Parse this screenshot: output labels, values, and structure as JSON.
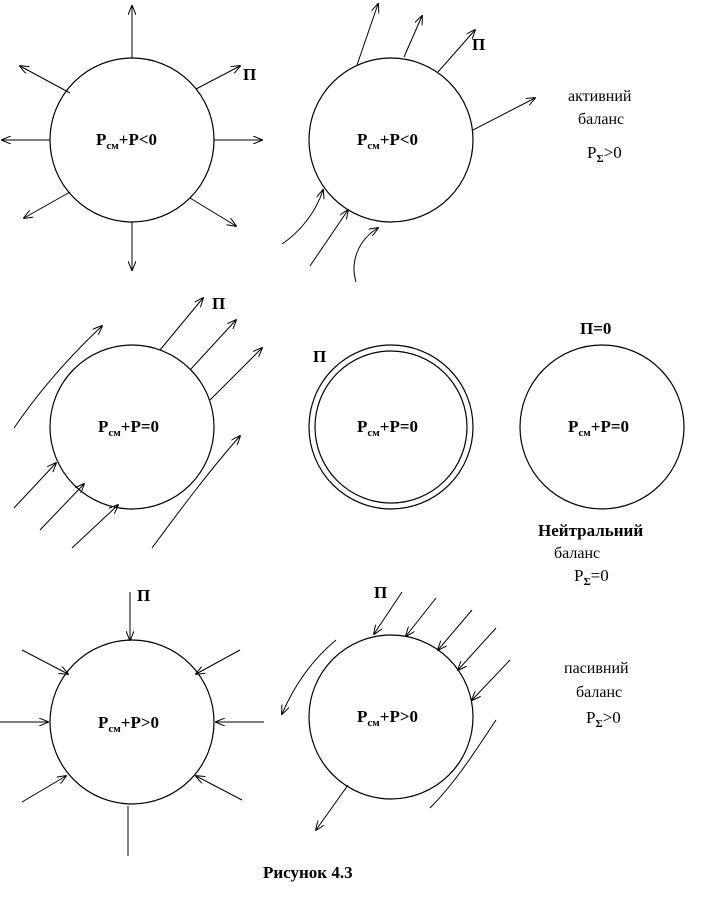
{
  "symbols": {
    "p_main": "P",
    "p_sub": "см",
    "p_sigma": "P",
    "sigma": "Σ",
    "pi": "П"
  },
  "formulas": {
    "lt": "+P<0",
    "eq": "+P=0",
    "gt": "+P>0",
    "sigma_gt": ">0",
    "sigma_eq": "=0"
  },
  "labels": {
    "pi_eq_zero": "П=0",
    "active_line1": "активний",
    "active_line2": "баланс",
    "neutral_line1": "Нейтральний",
    "neutral_line2": "баланс",
    "passive_line1": "пасивний",
    "passive_line2": "баланс"
  },
  "caption": "Рисунок 4.3"
}
